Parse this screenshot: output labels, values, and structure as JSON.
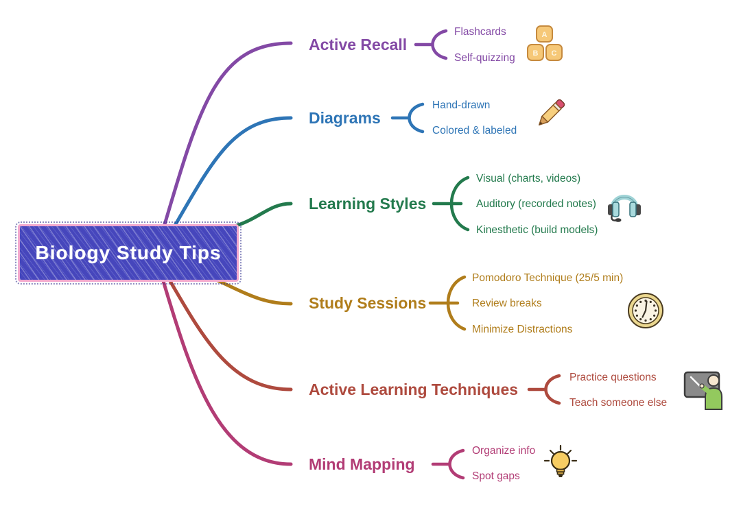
{
  "title": "Biology Study Tips",
  "center": {
    "label": "Biology Study Tips",
    "fill_color": "#4646BC",
    "border_color": "#F2A9CE",
    "text_color": "#FFFFFF"
  },
  "branches": [
    {
      "id": "active-recall",
      "label": "Active Recall",
      "color": "#8349A5",
      "children": [
        "Flashcards",
        "Self-quizzing"
      ],
      "icon": "abc-blocks-icon",
      "icon_letters": {
        "a": "A",
        "b": "B",
        "c": "C"
      }
    },
    {
      "id": "diagrams",
      "label": "Diagrams",
      "color": "#2E75B6",
      "children": [
        "Hand-drawn",
        "Colored & labeled"
      ],
      "icon": "pencil-icon"
    },
    {
      "id": "learning-styles",
      "label": "Learning Styles",
      "color": "#237A4D",
      "children": [
        "Visual (charts, videos)",
        "Auditory (recorded notes)",
        "Kinesthetic (build models)"
      ],
      "icon": "headphones-icon"
    },
    {
      "id": "study-sessions",
      "label": "Study Sessions",
      "color": "#B07D1B",
      "children": [
        "Pomodoro Technique (25/5 min)",
        "Review breaks",
        "Minimize Distractions"
      ],
      "icon": "clock-icon"
    },
    {
      "id": "active-learning-techniques",
      "label": "Active Learning Techniques",
      "color": "#AE4A3E",
      "children": [
        "Practice questions",
        "Teach someone else"
      ],
      "icon": "teacher-icon"
    },
    {
      "id": "mind-mapping",
      "label": "Mind Mapping",
      "color": "#B23C75",
      "children": [
        "Organize info",
        "Spot gaps"
      ],
      "icon": "lightbulb-icon"
    }
  ]
}
